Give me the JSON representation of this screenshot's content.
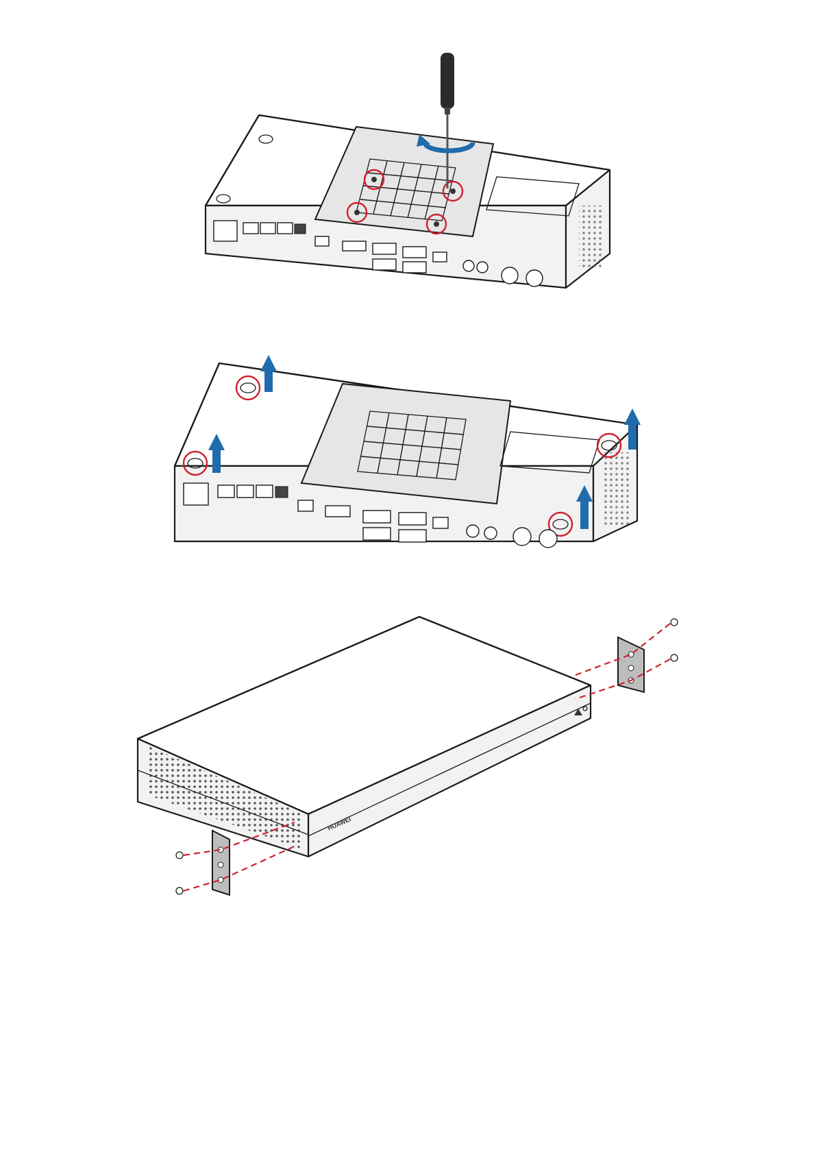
{
  "diagram": {
    "brand_label": "HUAWEI",
    "colors": {
      "callout": "#d0202e",
      "arrow": "#1f6bab",
      "dashed_line": "#d0202e",
      "bracket": "#bdbdbd",
      "ink": "#1a1a1a"
    },
    "steps": [
      {
        "id": "step-1",
        "illustration": "remove-mounting-plate-screws",
        "callout_count": 4,
        "tool": "screwdriver-icon",
        "motion": "rotate-counterclockwise-arrow-icon"
      },
      {
        "id": "step-2",
        "illustration": "remove-rubber-feet",
        "callout_count": 4,
        "motion": "lift-up-arrow-icon"
      },
      {
        "id": "step-3",
        "illustration": "attach-rack-mount-brackets",
        "bracket_count": 2,
        "screw_count": 4
      }
    ]
  }
}
